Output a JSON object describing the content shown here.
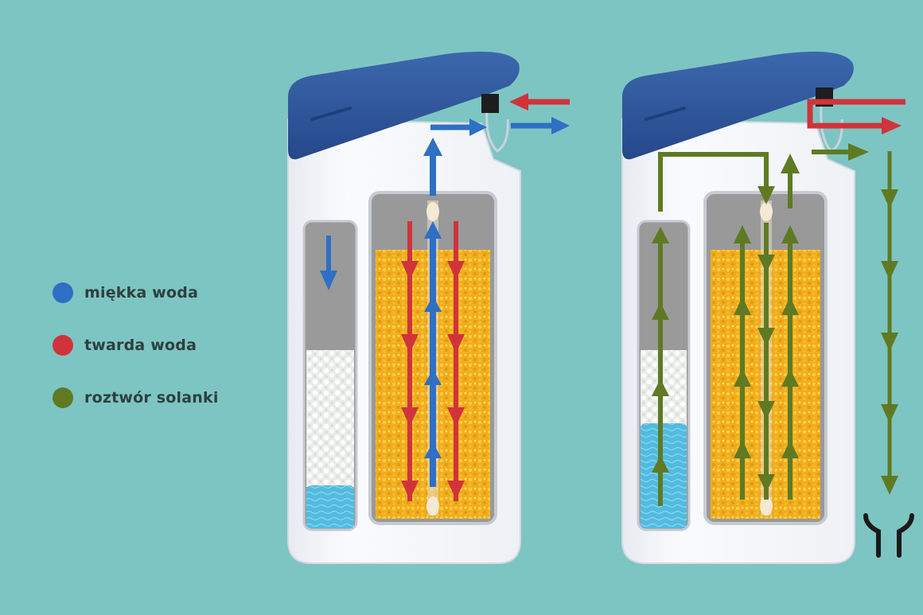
{
  "colors": {
    "soft_water": "#2f6fc4",
    "hard_water": "#d1333b",
    "brine": "#5f7a23",
    "cap": "#2d5596",
    "body": "#f4f6f9",
    "resin": "#f1ad1d",
    "brine_water": "#4fb9de",
    "salt": "#f1f3f1",
    "background": "#7dc5c2"
  },
  "legend": {
    "items": [
      {
        "label": "miękka woda",
        "color": "#2f6fc4",
        "icon": "blue-dot"
      },
      {
        "label": "twarda woda",
        "color": "#d1333b",
        "icon": "red-dot"
      },
      {
        "label": "roztwór solanki",
        "color": "#5f7a23",
        "icon": "green-dot"
      }
    ]
  },
  "icons": {
    "drain": "drain-icon"
  }
}
